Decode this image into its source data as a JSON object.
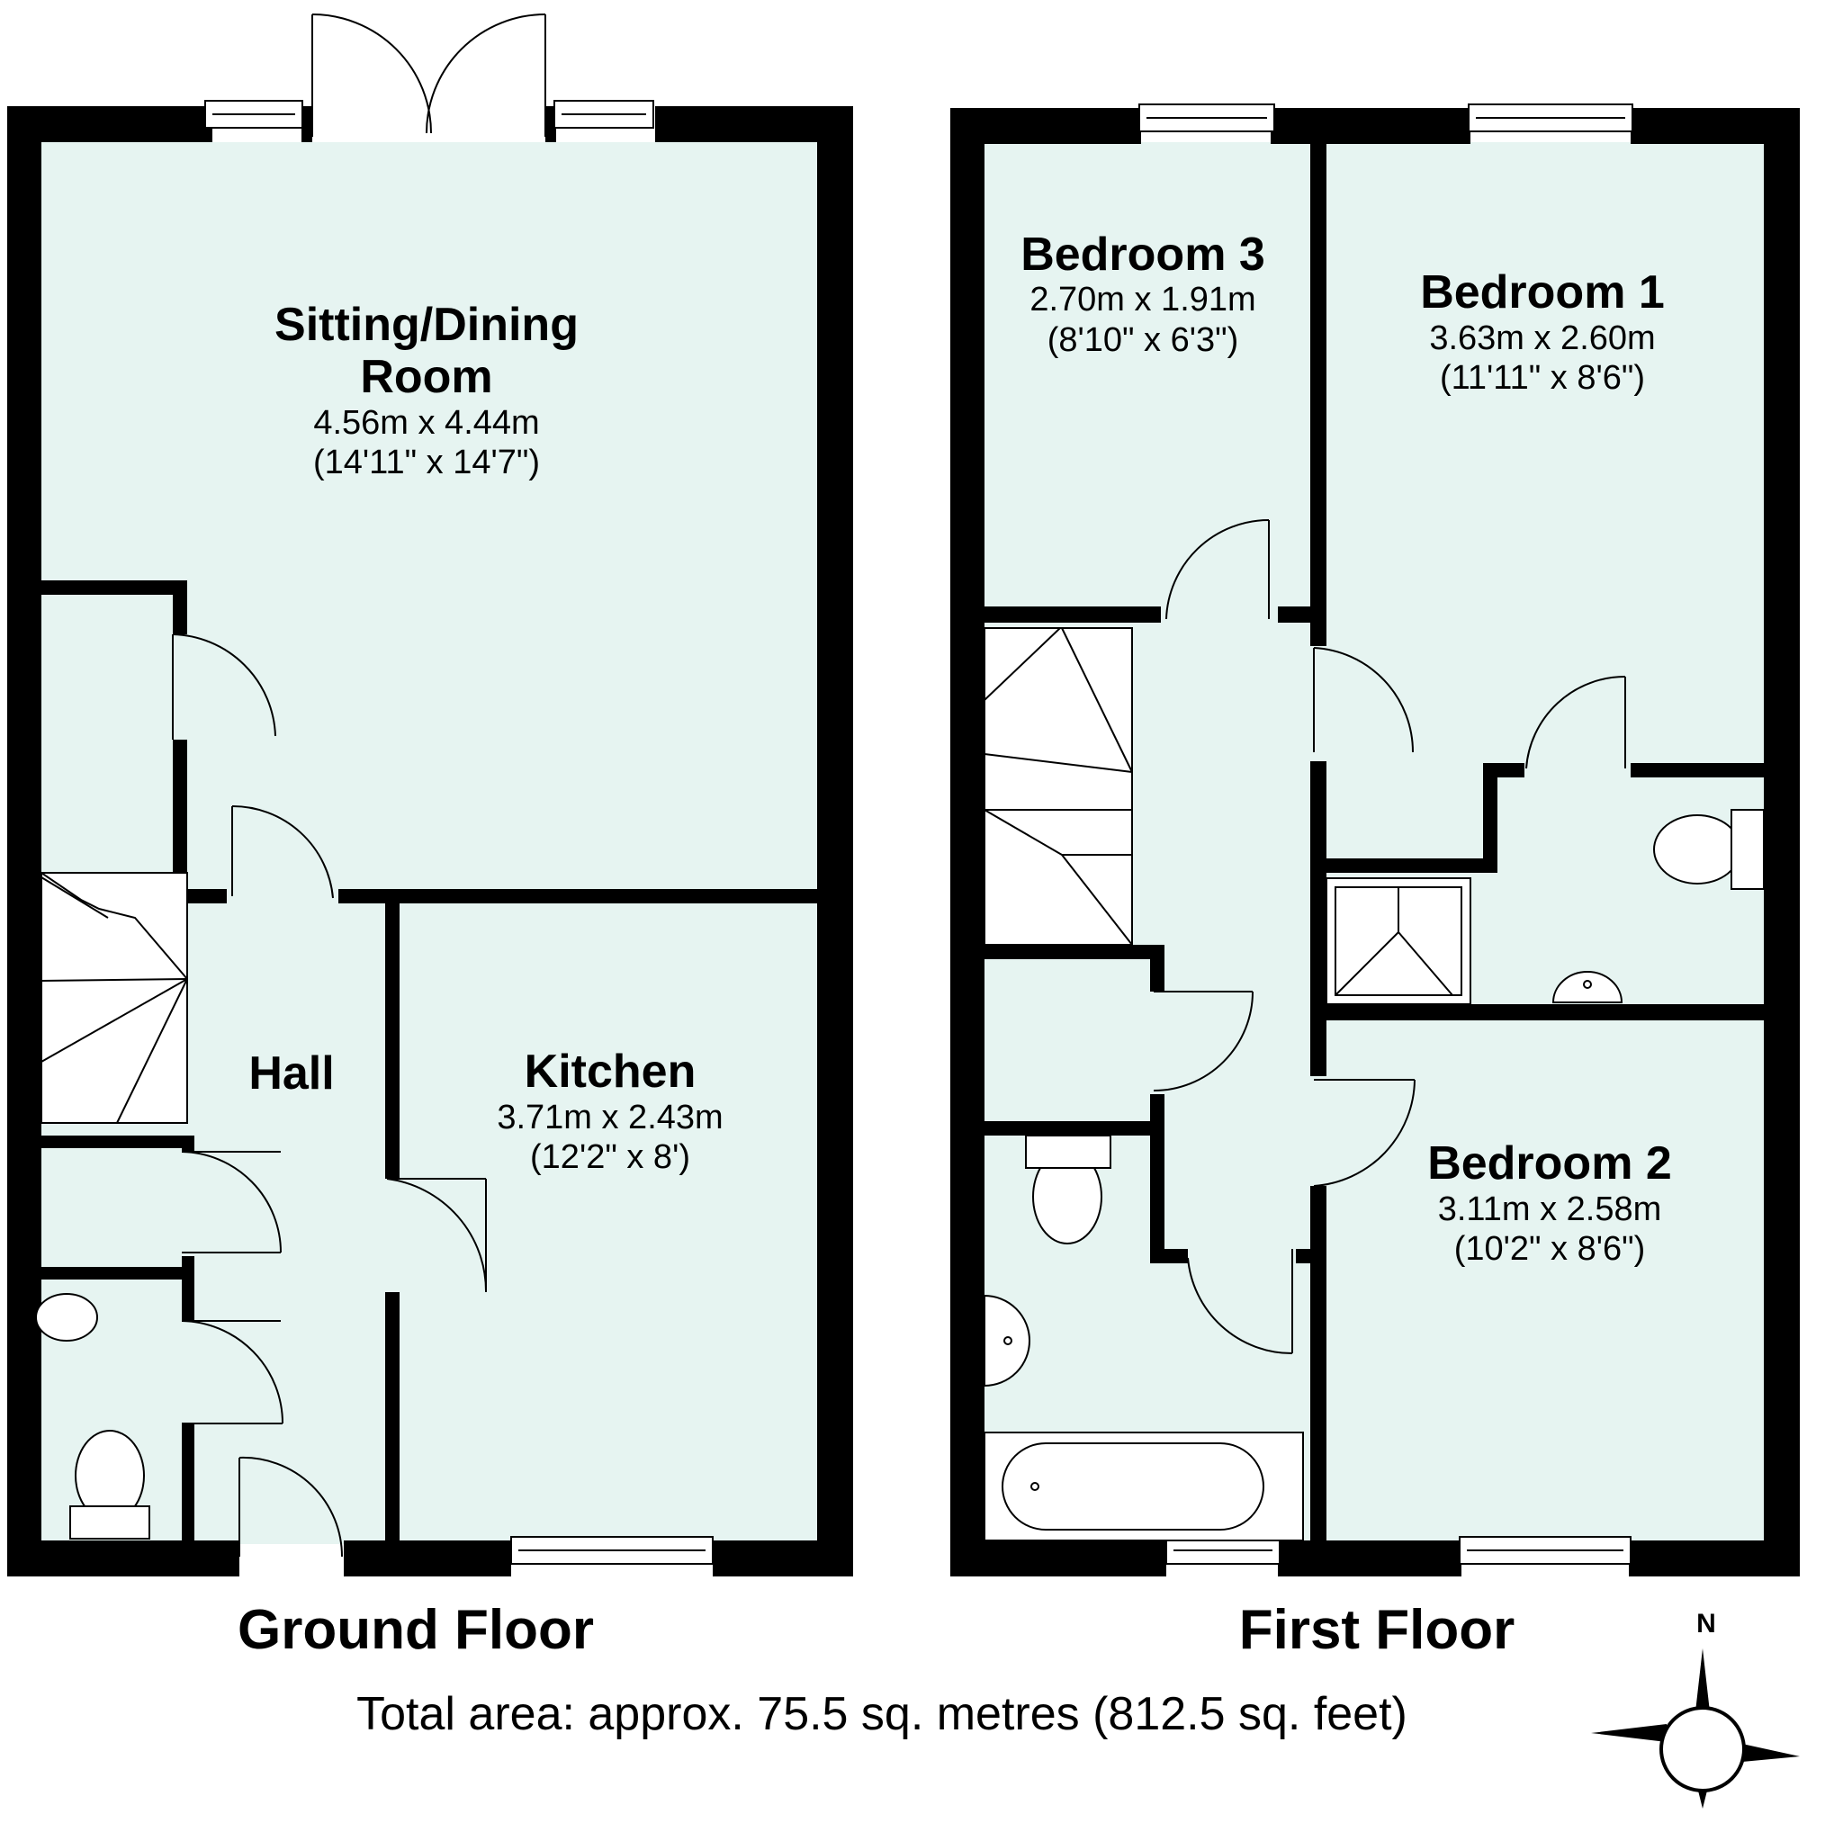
{
  "rooms": {
    "sitting_dining": {
      "name_line1": "Sitting/Dining",
      "name_line2": "Room",
      "dims_m": "4.56m x 4.44m",
      "dims_ft": "(14'11\" x 14'7\")"
    },
    "hall": {
      "name": "Hall"
    },
    "kitchen": {
      "name": "Kitchen",
      "dims_m": "3.71m x 2.43m",
      "dims_ft": "(12'2\" x 8')"
    },
    "bedroom3": {
      "name": "Bedroom 3",
      "dims_m": "2.70m x 1.91m",
      "dims_ft": "(8'10\" x 6'3\")"
    },
    "bedroom1": {
      "name": "Bedroom 1",
      "dims_m": "3.63m x 2.60m",
      "dims_ft": "(11'11\" x 8'6\")"
    },
    "bedroom2": {
      "name": "Bedroom 2",
      "dims_m": "3.11m x 2.58m",
      "dims_ft": "(10'2\" x 8'6\")"
    }
  },
  "floors": {
    "ground": "Ground Floor",
    "first": "First Floor"
  },
  "total_area": "Total area: approx. 75.5 sq. metres (812.5 sq. feet)",
  "compass": {
    "north_label": "N"
  },
  "colors": {
    "floor": "#e6f4f1",
    "wall": "#000000",
    "background": "#ffffff"
  }
}
